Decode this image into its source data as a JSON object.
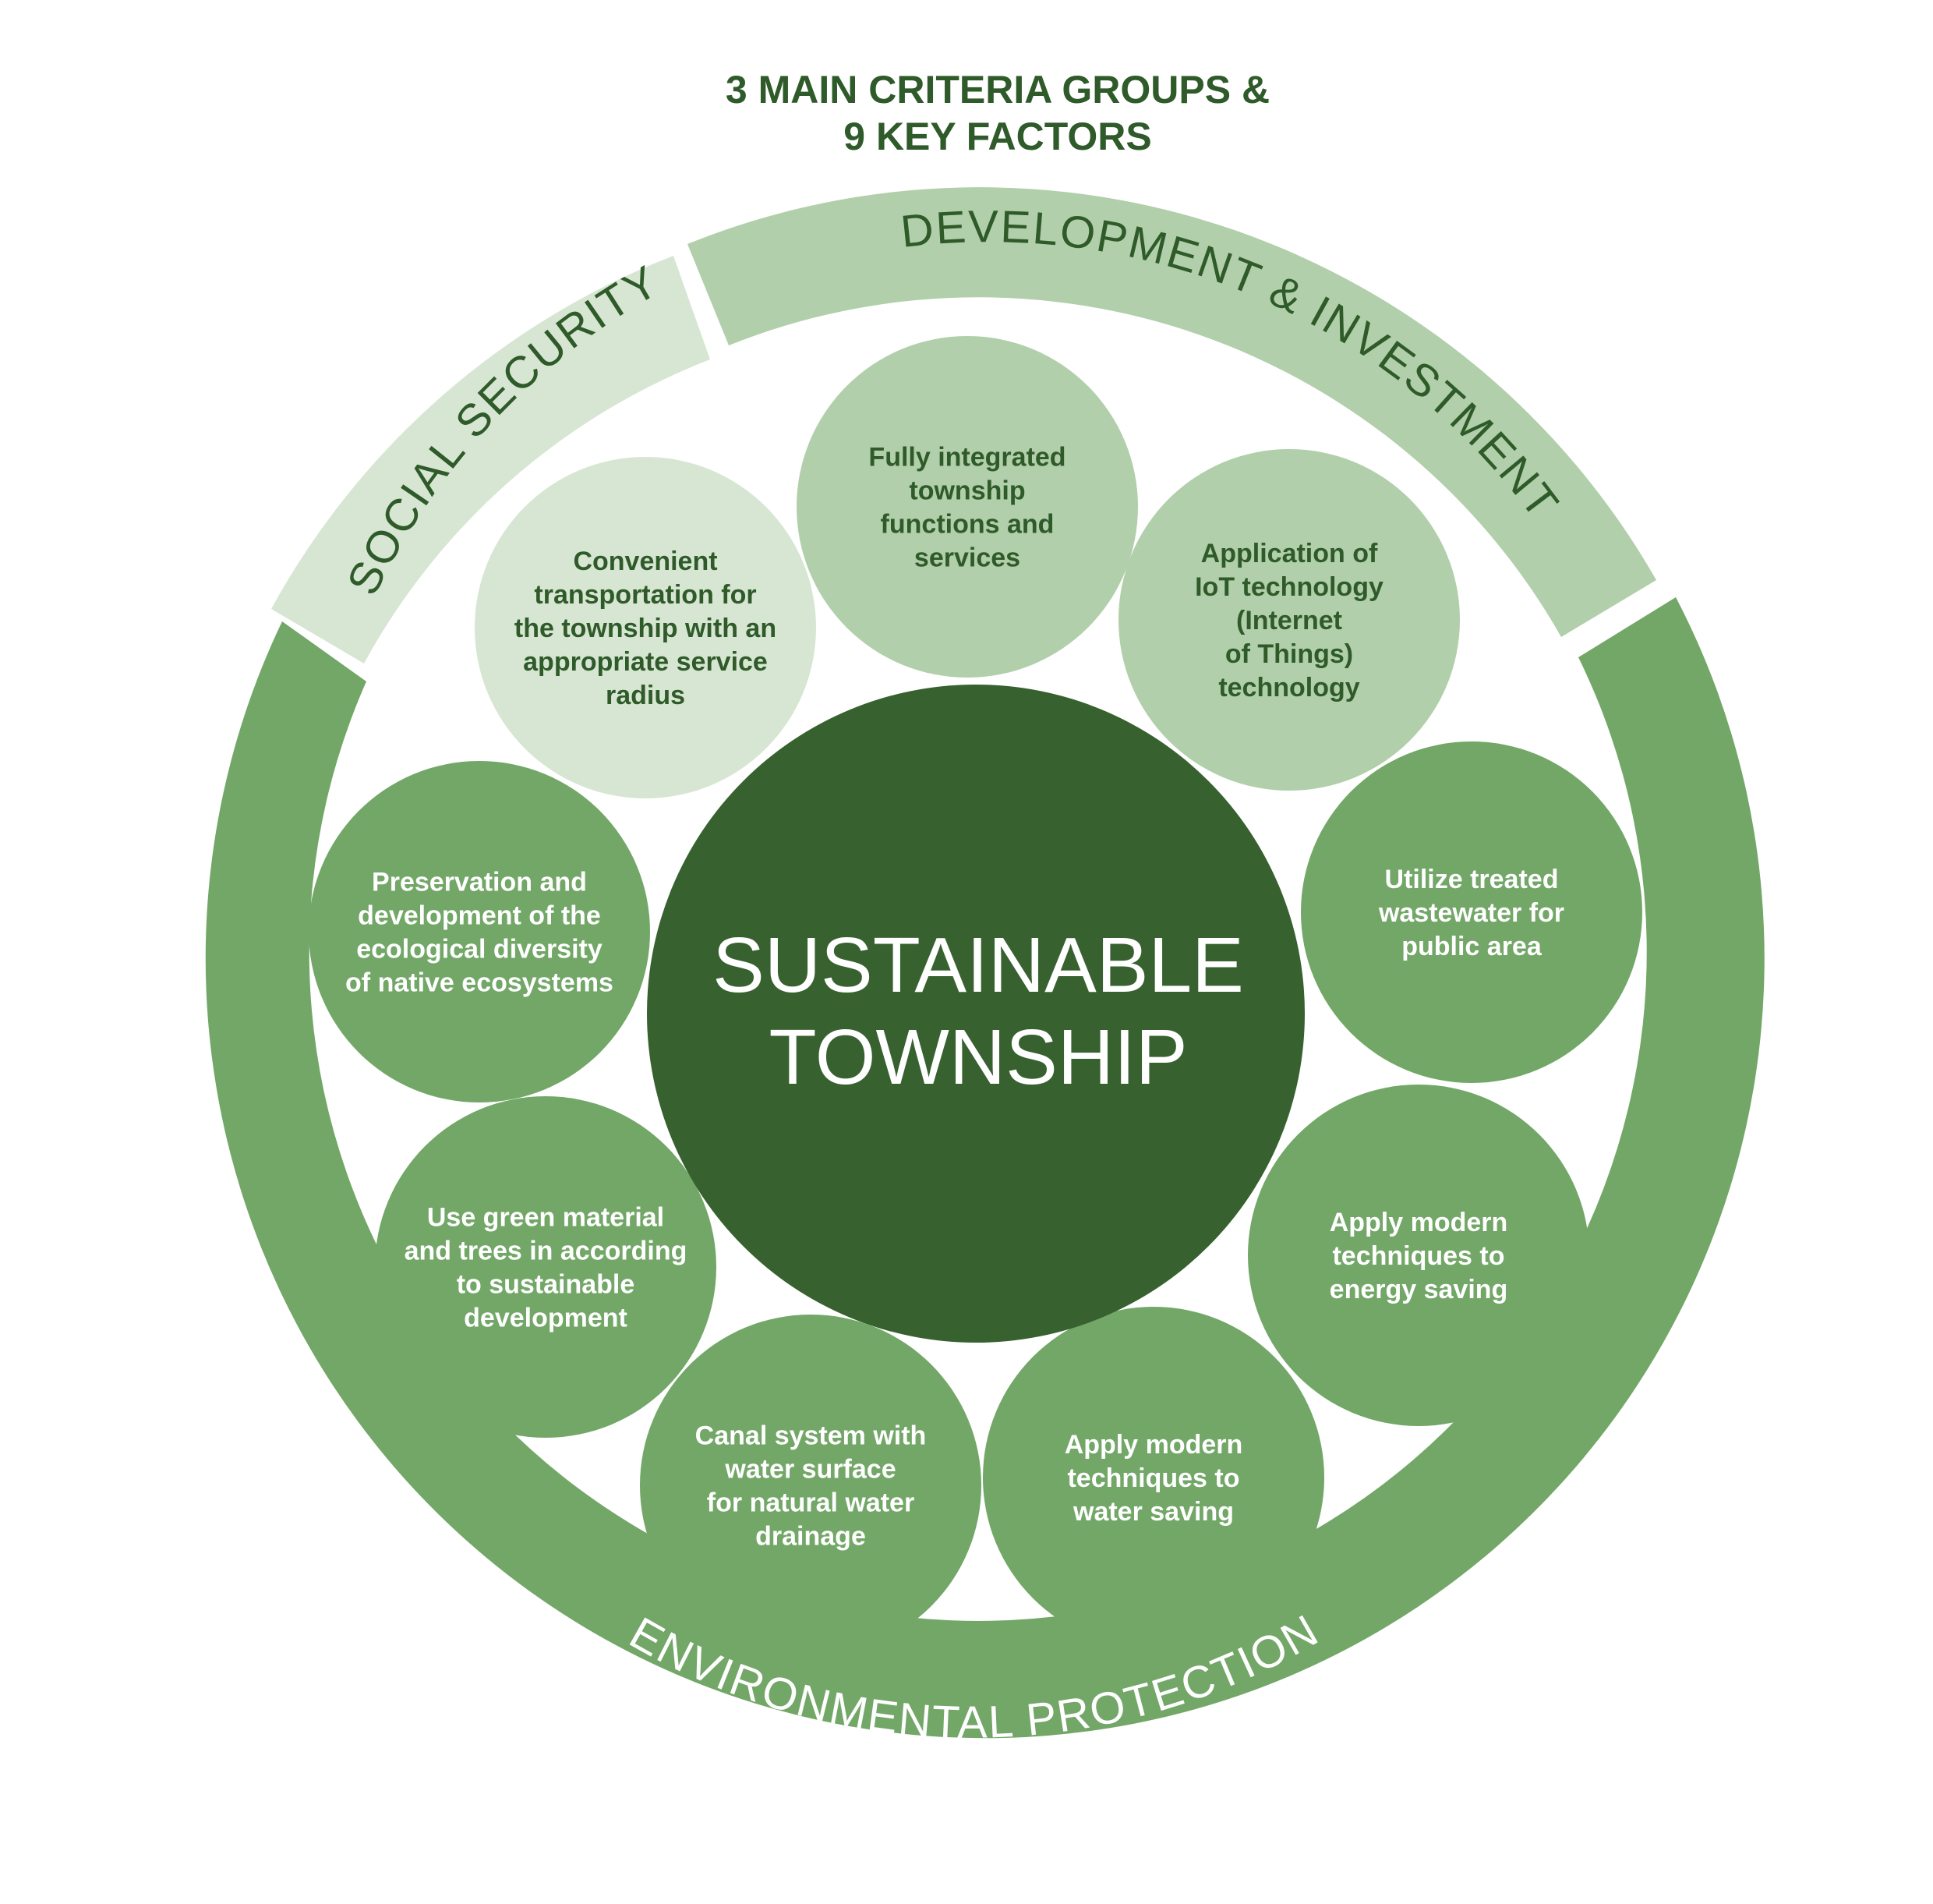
{
  "title": {
    "lines": [
      "3 MAIN CRITERIA GROUPS &",
      "9 KEY FACTORS"
    ],
    "color": "#2f5a29"
  },
  "groups": {
    "social": {
      "label": "SOCIAL SECURITY",
      "color": "#d7e6d3",
      "text_color": "#2f5a29"
    },
    "development": {
      "label": "DEVELOPMENT & INVESTMENT",
      "color": "#b1cfaa",
      "text_color": "#2f5a29"
    },
    "environment": {
      "label": "ENVIRONMENTAL PROTECTION",
      "color": "#72a767",
      "text_color": "#ffffff"
    }
  },
  "center": {
    "lines": [
      "SUSTAINABLE",
      "TOWNSHIP"
    ],
    "color": "#37612f"
  },
  "factors": [
    {
      "id": "transportation",
      "group": "social",
      "lines": [
        "Convenient",
        "transportation for",
        "the township with an",
        "appropriate service",
        "radius"
      ]
    },
    {
      "id": "integrated-functions",
      "group": "development",
      "lines": [
        "Fully integrated",
        "township",
        "functions and",
        "services"
      ]
    },
    {
      "id": "iot-technology",
      "group": "development",
      "lines": [
        "Application of",
        "IoT technology",
        "(Internet",
        "of Things)",
        "technology"
      ]
    },
    {
      "id": "treated-wastewater",
      "group": "environment",
      "lines": [
        "Utilize treated",
        "wastewater for",
        "public area"
      ]
    },
    {
      "id": "energy-saving",
      "group": "environment",
      "lines": [
        "Apply modern",
        "techniques to",
        "energy saving"
      ]
    },
    {
      "id": "water-saving",
      "group": "environment",
      "lines": [
        "Apply modern",
        "techniques to",
        "water saving"
      ]
    },
    {
      "id": "canal-system",
      "group": "environment",
      "lines": [
        "Canal system with",
        "water surface",
        "for natural water",
        "drainage"
      ]
    },
    {
      "id": "green-material",
      "group": "environment",
      "lines": [
        "Use green material",
        "and trees in according",
        "to sustainable",
        "development"
      ]
    },
    {
      "id": "ecological-diversity",
      "group": "environment",
      "lines": [
        "Preservation and",
        "development of the",
        "ecological diversity",
        "of native ecosystems"
      ]
    }
  ]
}
